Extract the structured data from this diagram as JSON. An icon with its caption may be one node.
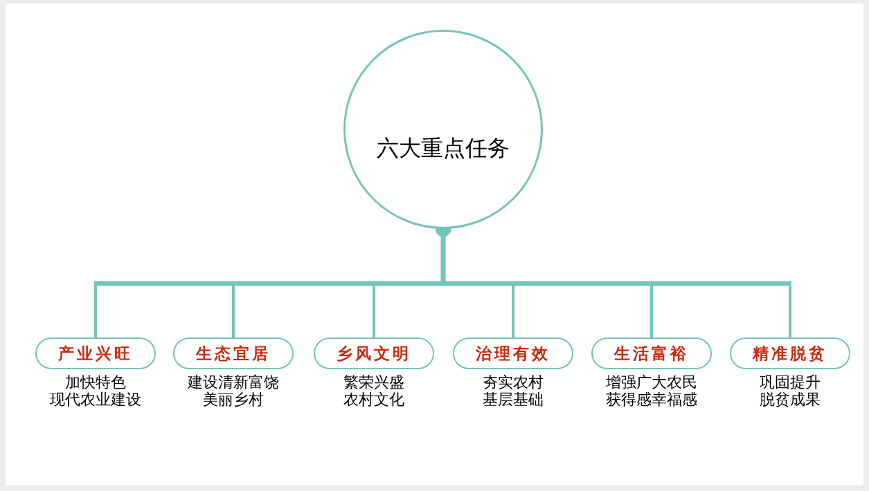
{
  "diagram": {
    "nodes": [
      {
        "text": [
          "六大重点任务"
        ]
      },
      {
        "text": [
          "产业兴旺"
        ],
        "beside": [
          "加快特色现代农业建设"
        ]
      },
      {
        "text": [
          "生态宜居"
        ],
        "beside": [
          "建设清新富饶美丽乡村"
        ]
      },
      {
        "text": [
          "乡风文明"
        ],
        "beside": [
          "繁荣兴盛农村文化"
        ]
      },
      {
        "text": [
          "治理有效"
        ],
        "beside": [
          "夯实农村基层基础"
        ]
      },
      {
        "text": [
          "生活富裕"
        ],
        "beside": [
          "增强广大农民获得感幸福感"
        ]
      },
      {
        "text": [
          "精准脱贫"
        ],
        "beside": [
          "巩固提升脱贫成果"
        ]
      }
    ],
    "edges": [
      {
        "from": 0,
        "to": 1,
        "arrow": "other"
      },
      {
        "from": 0,
        "to": 2,
        "arrow": "other"
      },
      {
        "from": 0,
        "to": 3,
        "arrow": "other"
      },
      {
        "from": 0,
        "to": 4,
        "arrow": "other"
      },
      {
        "from": 0,
        "to": 5,
        "arrow": "other"
      },
      {
        "from": 0,
        "to": 6,
        "arrow": "other"
      }
    ]
  }
}
